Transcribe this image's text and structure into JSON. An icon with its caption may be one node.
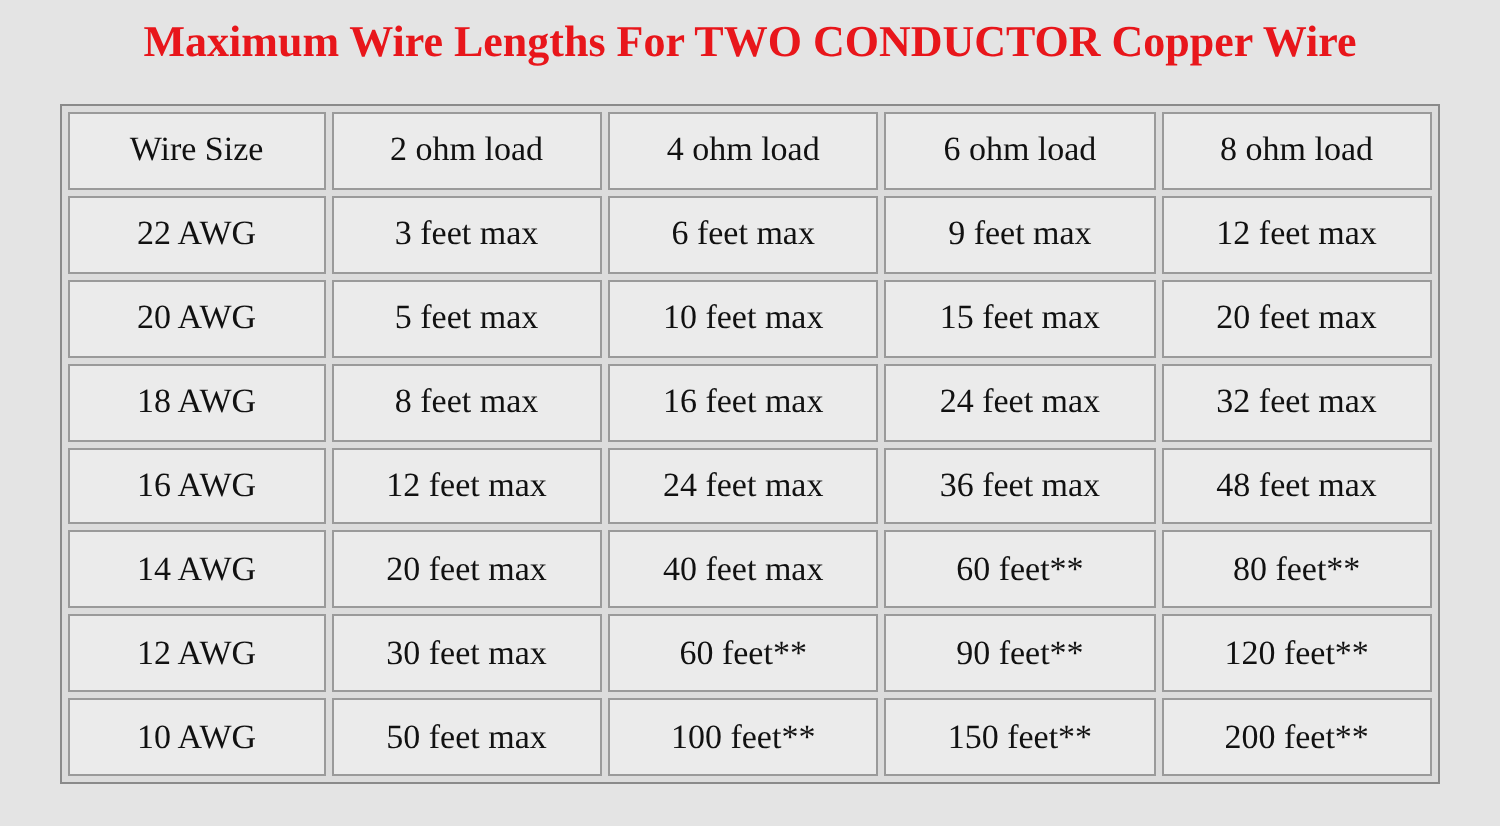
{
  "diagram": {
    "title": "Maximum Wire Lengths For TWO CONDUCTOR Copper Wire",
    "labels": [
      "Wire Size",
      "2 ohm load",
      "4 ohm load",
      "6 ohm load",
      "8 ohm load",
      "22 AWG",
      "3 feet max",
      "6 feet max",
      "9 feet max",
      "12 feet max",
      "20 AWG",
      "5 feet max",
      "10 feet max",
      "15 feet max",
      "20 feet max",
      "18 AWG",
      "8 feet max",
      "16 feet max",
      "24 feet max",
      "32 feet max",
      "16 AWG",
      "12 feet max",
      "24 feet max",
      "36 feet max",
      "48 feet max",
      "14 AWG",
      "20 feet max",
      "40 feet max",
      "60 feet**",
      "80 feet**",
      "12 AWG",
      "30 feet max",
      "60 feet**",
      "90 feet**",
      "120 feet**",
      "10 AWG",
      "50 feet max",
      "100 feet**",
      "150 feet**",
      "200 feet**"
    ]
  }
}
